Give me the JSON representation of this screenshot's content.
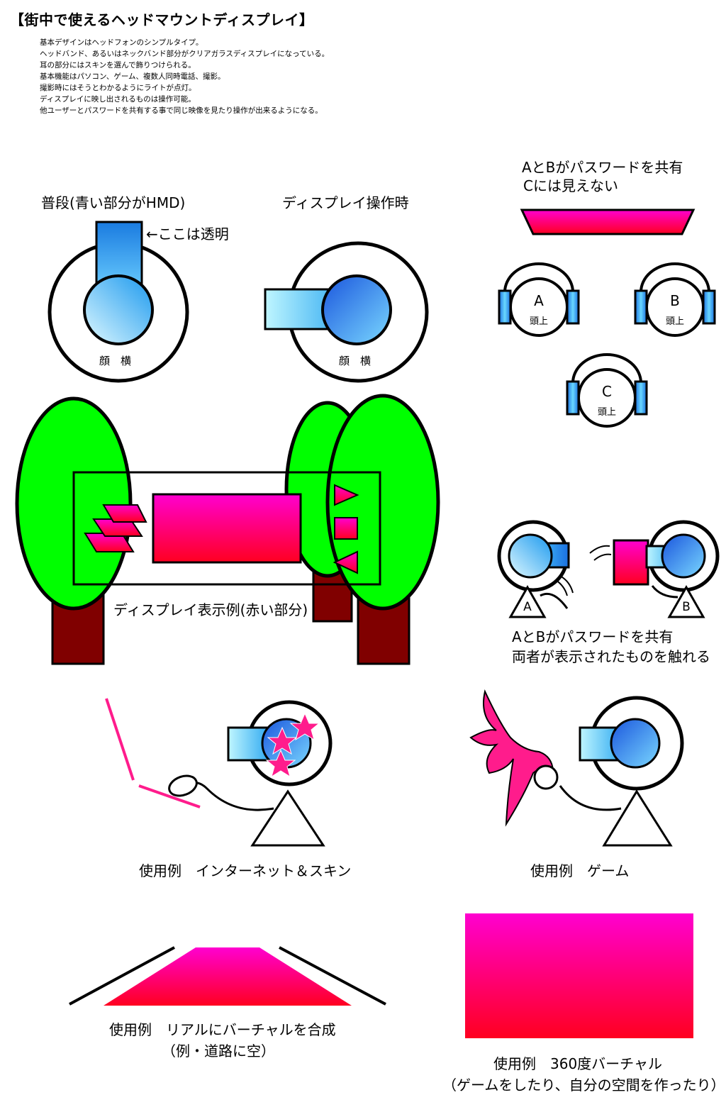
{
  "title": "【街中で使えるヘッドマウントディスプレイ】",
  "description": [
    "基本デザインはヘッドフォンのシンプルタイプ。",
    "ヘッドバンド、あるいはネックバンド部分がクリアガラスディスプレイになっている。",
    "耳の部分にはスキンを選んで飾りつけられる。",
    "基本機能はパソコン、ゲーム、複数人同時電話、撮影。",
    "撮影時にはそうとわかるようにライトが点灯。",
    "ディスプレイに映し出されるものは操作可能。",
    "他ユーザーとパスワードを共有する事で同じ映像を見たり操作が出来るようになる。"
  ],
  "normal": {
    "label": "普段(青い部分がHMD)",
    "transparent_note": "←ここは透明",
    "face_side": "顔　横"
  },
  "operating": {
    "label": "ディスプレイ操作時",
    "face_side": "顔　横"
  },
  "sharing": {
    "line1": "AとBがパスワードを共有",
    "line2": "Cには見えない",
    "head_top": "頭上",
    "persons": [
      "A",
      "B",
      "C"
    ]
  },
  "display_example": {
    "label": "ディスプレイ表示例(赤い部分)"
  },
  "touch": {
    "line1": "AとBがパスワードを共有",
    "line2": "両者が表示されたものを触れる",
    "persons": [
      "A",
      "B"
    ]
  },
  "usage_internet": "使用例　インターネット＆スキン",
  "usage_game": "使用例　ゲーム",
  "usage_real": {
    "line1": "使用例　リアルにバーチャルを合成",
    "line2": "（例・道路に空）"
  },
  "usage_360": {
    "line1": "使用例　360度バーチャル",
    "line2": "（ゲームをしたり、自分の空間を作ったり）"
  },
  "colors": {
    "hmd_blue": "#1a7be0",
    "hmd_cyan": "#a8f0ff",
    "magenta": "#ff00cc",
    "red": "#ff0022",
    "tree_green": "#00ff00",
    "trunk": "#800000",
    "pink": "#ff1c8c"
  }
}
